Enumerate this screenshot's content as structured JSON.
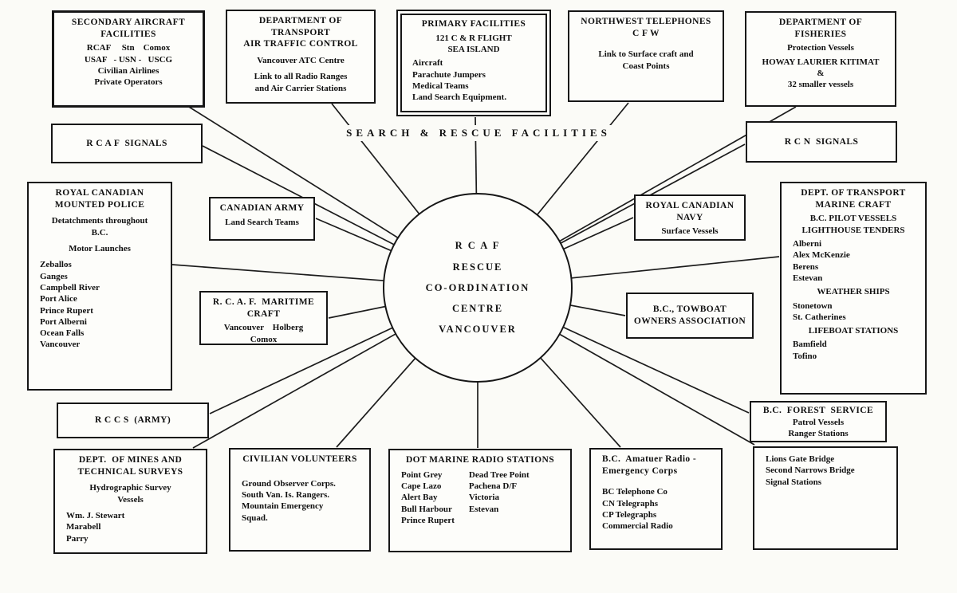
{
  "heading": "SEARCH & RESCUE FACILITIES",
  "center": "R C A F\nRESCUE\nCO-ORDINATION\nCENTRE\nVANCOUVER",
  "nodes": {
    "secondary_aircraft": {
      "title": "SECONDARY AIRCRAFT\nFACILITIES",
      "body": "RCAF     Stn    Comox\nUSAF   - USN -   USCG\nCivilian Airlines\nPrivate Operators"
    },
    "dot_atc": {
      "title": "DEPARTMENT OF TRANSPORT\nAIR TRAFFIC CONTROL",
      "body1": "Vancouver ATC Centre",
      "body2": "Link to all Radio Ranges\nand Air Carrier Stations"
    },
    "primary": {
      "title": "PRIMARY FACILITIES",
      "sub": "121 C & R FLIGHT\nSEA ISLAND",
      "body": "Aircraft\nParachute Jumpers\nMedical Teams\nLand Search Equipment."
    },
    "nw_tel": {
      "title": "NORTHWEST TELEPHONES\nC F W",
      "body": "Link to Surface craft and\nCoast Points"
    },
    "fisheries": {
      "title": "DEPARTMENT OF\nFISHERIES",
      "body1": "Protection Vessels",
      "body2": "HOWAY LAURIER KITIMAT\n&\n32 smaller vessels"
    },
    "rcaf_signals": {
      "title": "R C A F  SIGNALS"
    },
    "rcn_signals": {
      "title": "R C N  SIGNALS"
    },
    "rcmp": {
      "title": "ROYAL CANADIAN\nMOUNTED POLICE",
      "body1": "Detatchments throughout\nB.C.",
      "body2": "Motor Launches",
      "list": "Zeballos\nGanges\nCampbell River\nPort Alice\nPrince Rupert\nPort Alberni\nOcean Falls\nVancouver"
    },
    "cdn_army": {
      "title": "CANADIAN ARMY",
      "body": "Land Search Teams"
    },
    "rcn_navy": {
      "title": "ROYAL CANADIAN\nNAVY",
      "body": "Surface Vessels"
    },
    "dot_marine": {
      "title": "DEPT. OF TRANSPORT\nMARINE CRAFT",
      "sub": "B.C. PILOT VESSELS\nLIGHTHOUSE TENDERS",
      "list1": "Alberni\nAlex McKenzie\nBerens\nEstevan",
      "head2": "WEATHER SHIPS",
      "list2": "Stonetown\nSt. Catherines",
      "head3": "LIFEBOAT STATIONS",
      "list3": "Bamfield\nTofino"
    },
    "rcaf_maritime": {
      "title": "R. C. A. F.  MARITIME\nCRAFT",
      "body": "Vancouver    Holberg\nComox"
    },
    "towboat": {
      "title": "B.C., TOWBOAT\nOWNERS ASSOCIATION"
    },
    "rccs": {
      "title": "R C C S  (ARMY)"
    },
    "forest": {
      "title": "B.C.  FOREST  SERVICE",
      "body": "Patrol Vessels\nRanger Stations"
    },
    "mines": {
      "title": "DEPT.  OF MINES AND\nTECHNICAL SURVEYS",
      "body1": "Hydrographic Survey\nVessels",
      "list": "Wm. J. Stewart\nMarabell\nParry"
    },
    "civ_vol": {
      "title": "CIVILIAN VOLUNTEERS",
      "body": "Ground Observer Corps.\nSouth Van. Is. Rangers.\nMountain Emergency\nSquad."
    },
    "dot_radio": {
      "title": "DOT MARINE RADIO STATIONS",
      "col1": "Point Grey\nCape Lazo\nAlert Bay\nBull Harbour\nPrince Rupert",
      "col2": "Dead Tree Point\nPachena D/F\nVictoria\nEstevan"
    },
    "amateur": {
      "title": "B.C.  Amatuer Radio -\nEmergency Corps",
      "body": "BC Telephone Co\nCN Telegraphs\nCP Telegraphs\nCommercial Radio"
    },
    "lions": {
      "body": "Lions Gate Bridge\nSecond Narrows Bridge\nSignal Stations"
    }
  },
  "colors": {
    "ink": "#161616",
    "paper": "#fbfbf7"
  }
}
